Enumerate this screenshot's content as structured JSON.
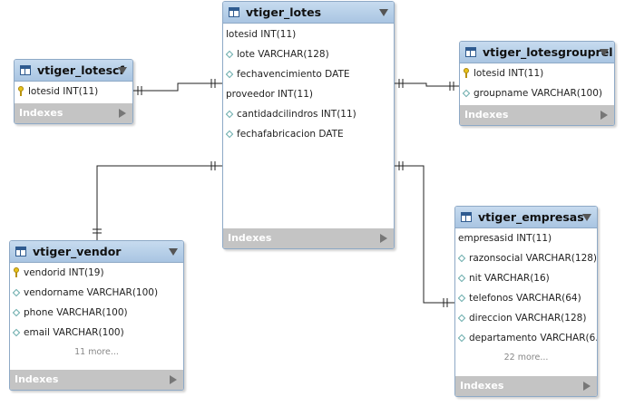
{
  "tables": {
    "lotes": {
      "title": "vtiger_lotes",
      "columns": [
        {
          "text": "lotesid INT(11)",
          "icon": "none"
        },
        {
          "text": "lote VARCHAR(128)",
          "icon": "diamond"
        },
        {
          "text": "fechavencimiento DATE",
          "icon": "diamond"
        },
        {
          "text": "proveedor INT(11)",
          "icon": "none"
        },
        {
          "text": "cantidadcilindros INT(11)",
          "icon": "diamond"
        },
        {
          "text": "fechafabricacion DATE",
          "icon": "diamond"
        }
      ],
      "indexes_label": "Indexes"
    },
    "lotescf": {
      "title": "vtiger_lotescf",
      "columns": [
        {
          "text": "lotesid INT(11)",
          "icon": "key"
        }
      ],
      "indexes_label": "Indexes"
    },
    "lotesgrouprel": {
      "title": "vtiger_lotesgrouprel",
      "columns": [
        {
          "text": "lotesid INT(11)",
          "icon": "key"
        },
        {
          "text": "groupname VARCHAR(100)",
          "icon": "diamond"
        }
      ],
      "indexes_label": "Indexes"
    },
    "vendor": {
      "title": "vtiger_vendor",
      "columns": [
        {
          "text": "vendorid INT(19)",
          "icon": "key"
        },
        {
          "text": "vendorname VARCHAR(100)",
          "icon": "diamond"
        },
        {
          "text": "phone VARCHAR(100)",
          "icon": "diamond"
        },
        {
          "text": "email VARCHAR(100)",
          "icon": "diamond"
        }
      ],
      "more": "11 more...",
      "indexes_label": "Indexes"
    },
    "empresas": {
      "title": "vtiger_empresas",
      "columns": [
        {
          "text": "empresasid INT(11)",
          "icon": "none"
        },
        {
          "text": "razonsocial VARCHAR(128)",
          "icon": "diamond"
        },
        {
          "text": "nit VARCHAR(16)",
          "icon": "diamond"
        },
        {
          "text": "telefonos VARCHAR(64)",
          "icon": "diamond"
        },
        {
          "text": "direccion VARCHAR(128)",
          "icon": "diamond"
        },
        {
          "text": "departamento VARCHAR(6...",
          "icon": "diamond"
        }
      ],
      "more": "22 more...",
      "indexes_label": "Indexes"
    }
  },
  "colors": {
    "header_top": "#c7dbef",
    "header_bottom": "#a9c5e2",
    "border": "#8ea9c6",
    "indexes_bar": "#c4c4c4",
    "connector": "#222222"
  }
}
